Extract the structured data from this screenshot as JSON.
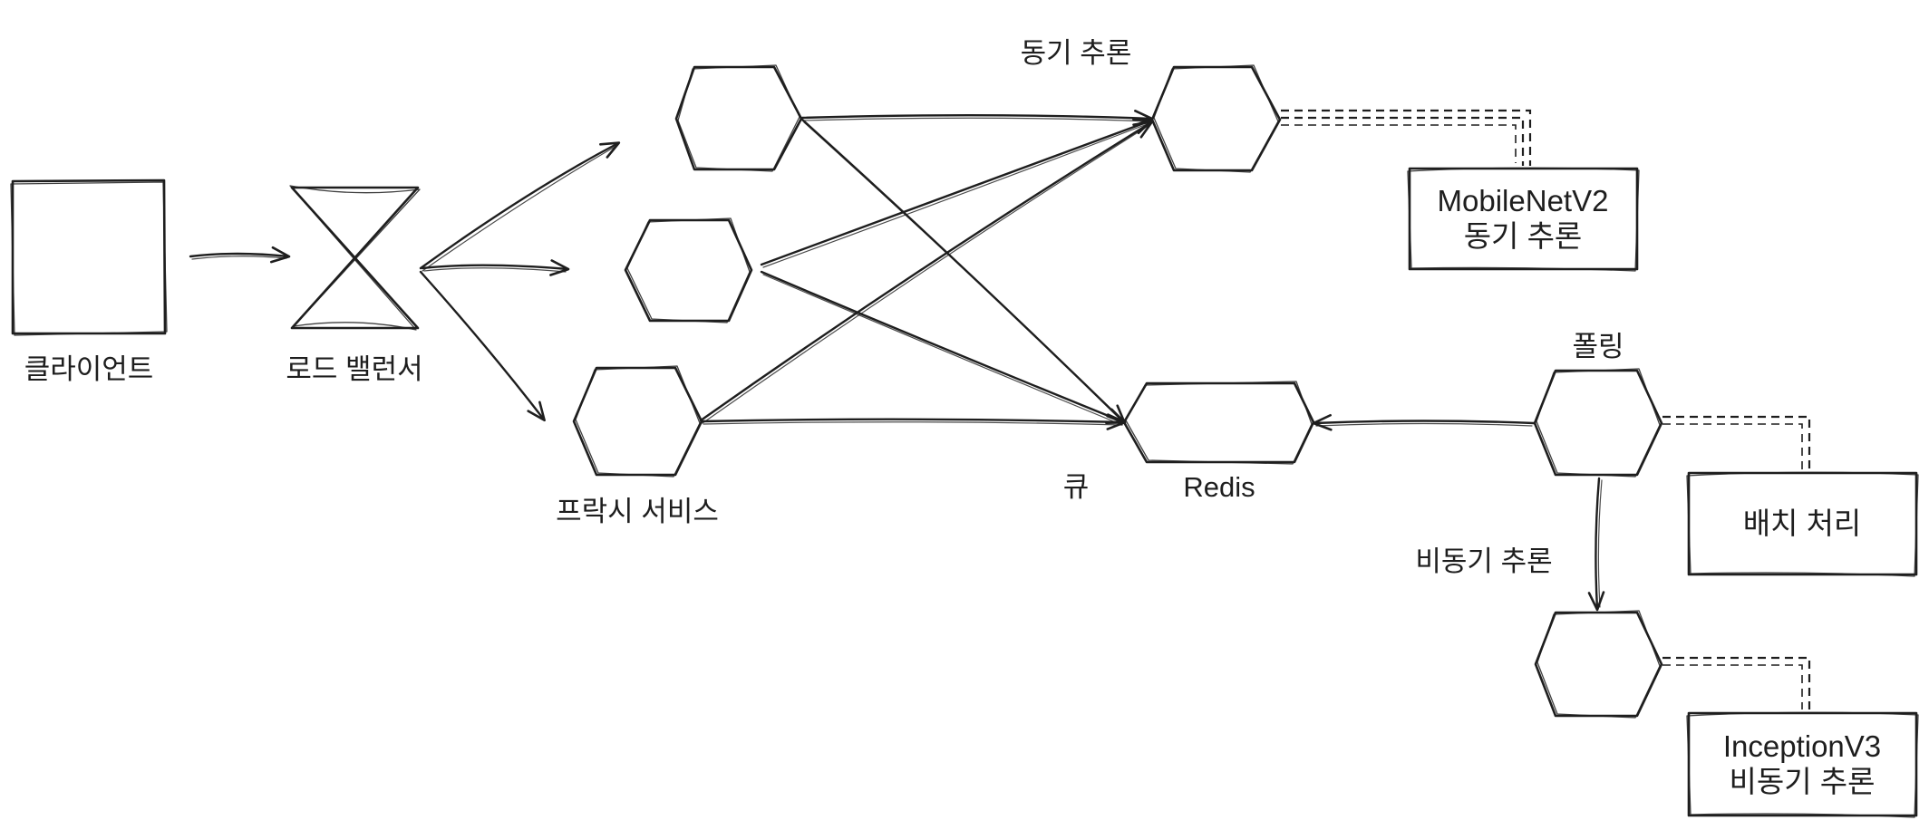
{
  "nodes": {
    "client": "클라이언트",
    "load_balancer": "로드 밸런서",
    "proxy_service": "프락시 서비스",
    "sync_inference": "동기 추론",
    "queue": "큐",
    "redis": "Redis",
    "polling": "폴링",
    "async_inference": "비동기 추론",
    "batch": "배치 처리",
    "mobilenet_line1": "MobileNetV2",
    "mobilenet_line2": "동기 추론",
    "inception_line1": "InceptionV3",
    "inception_line2": "비동기 추론"
  },
  "colors": {
    "stroke": "#1e1e1e",
    "background": "#ffffff"
  }
}
